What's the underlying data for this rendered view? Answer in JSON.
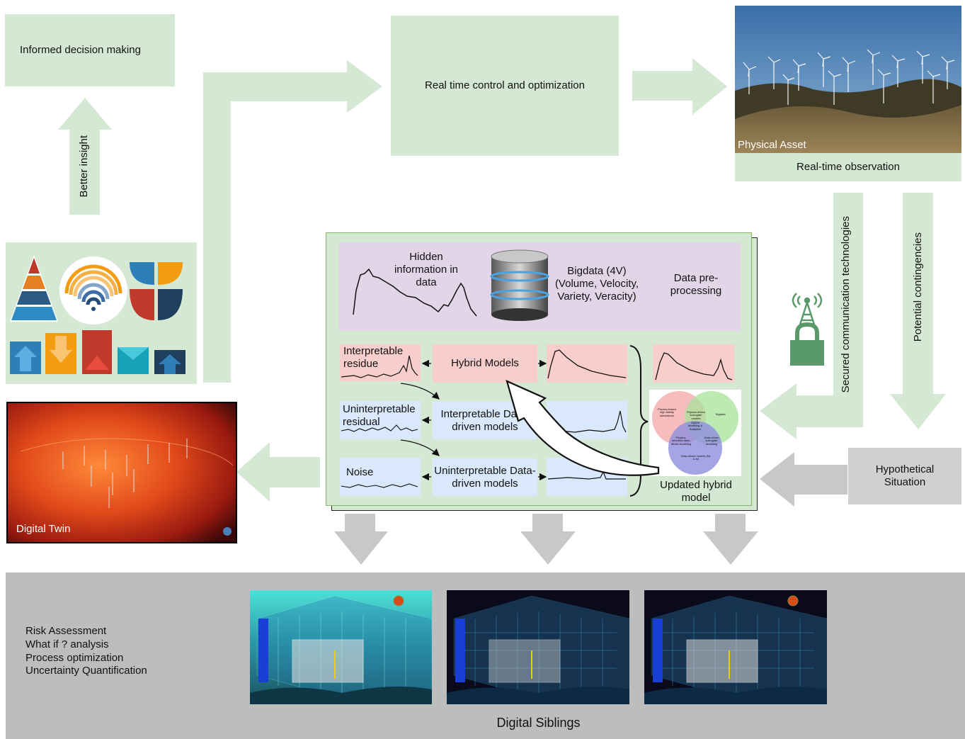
{
  "boxes": {
    "informed_decision": "Informed decision making",
    "realtime_control": "Real time control and optimization",
    "physical_asset": "Physical Asset",
    "realtime_observation": "Real-time observation",
    "better_insight": "Better insight",
    "secured_comm": "Secured communication technologies",
    "potential_contingencies": "Potential contingencies",
    "hypothetical": "Hypothetical Situation",
    "digital_twin": "Digital Twin"
  },
  "center": {
    "hidden_info": "Hidden information in data",
    "bigdata": "Bigdata (4V) (Volume, Velocity, Variety, Veracity)",
    "preprocessing": "Data pre-processing",
    "interp_residue": "Interpretable residue",
    "hybrid_models": "Hybrid Models",
    "uninterp_residual": "Uninterpretable residual",
    "interp_dd": "Interpretable Data-driven models",
    "noise": "Noise",
    "uninterp_dd": "Uninterpretable Data-driven models",
    "updated_hybrid": "Updated hybrid model"
  },
  "venn": {
    "physics": "Physics-based high fidelity simulations",
    "bigdata": "Bigdata",
    "physics_surrogate": "Physics-driven surrogate models",
    "hybrid": "Hybrid Modeling & Analytics",
    "physics_informed": "Physics-informed data-driven modeling",
    "data_driven_reduction": "Data-driven surrogate modeling",
    "data_driven": "Data-driven models (ML & AI)"
  },
  "siblings": {
    "list": [
      "Risk Assessment",
      "What if ? analysis",
      "Process optimization",
      "Uncertainty Quantification"
    ],
    "title": "Digital Siblings"
  },
  "colors": {
    "green": "#d5e8d4",
    "gray": "#bdbdbd",
    "purple": "#e1d5e7",
    "pink": "#f8cecc",
    "blue": "#dae8fc"
  }
}
